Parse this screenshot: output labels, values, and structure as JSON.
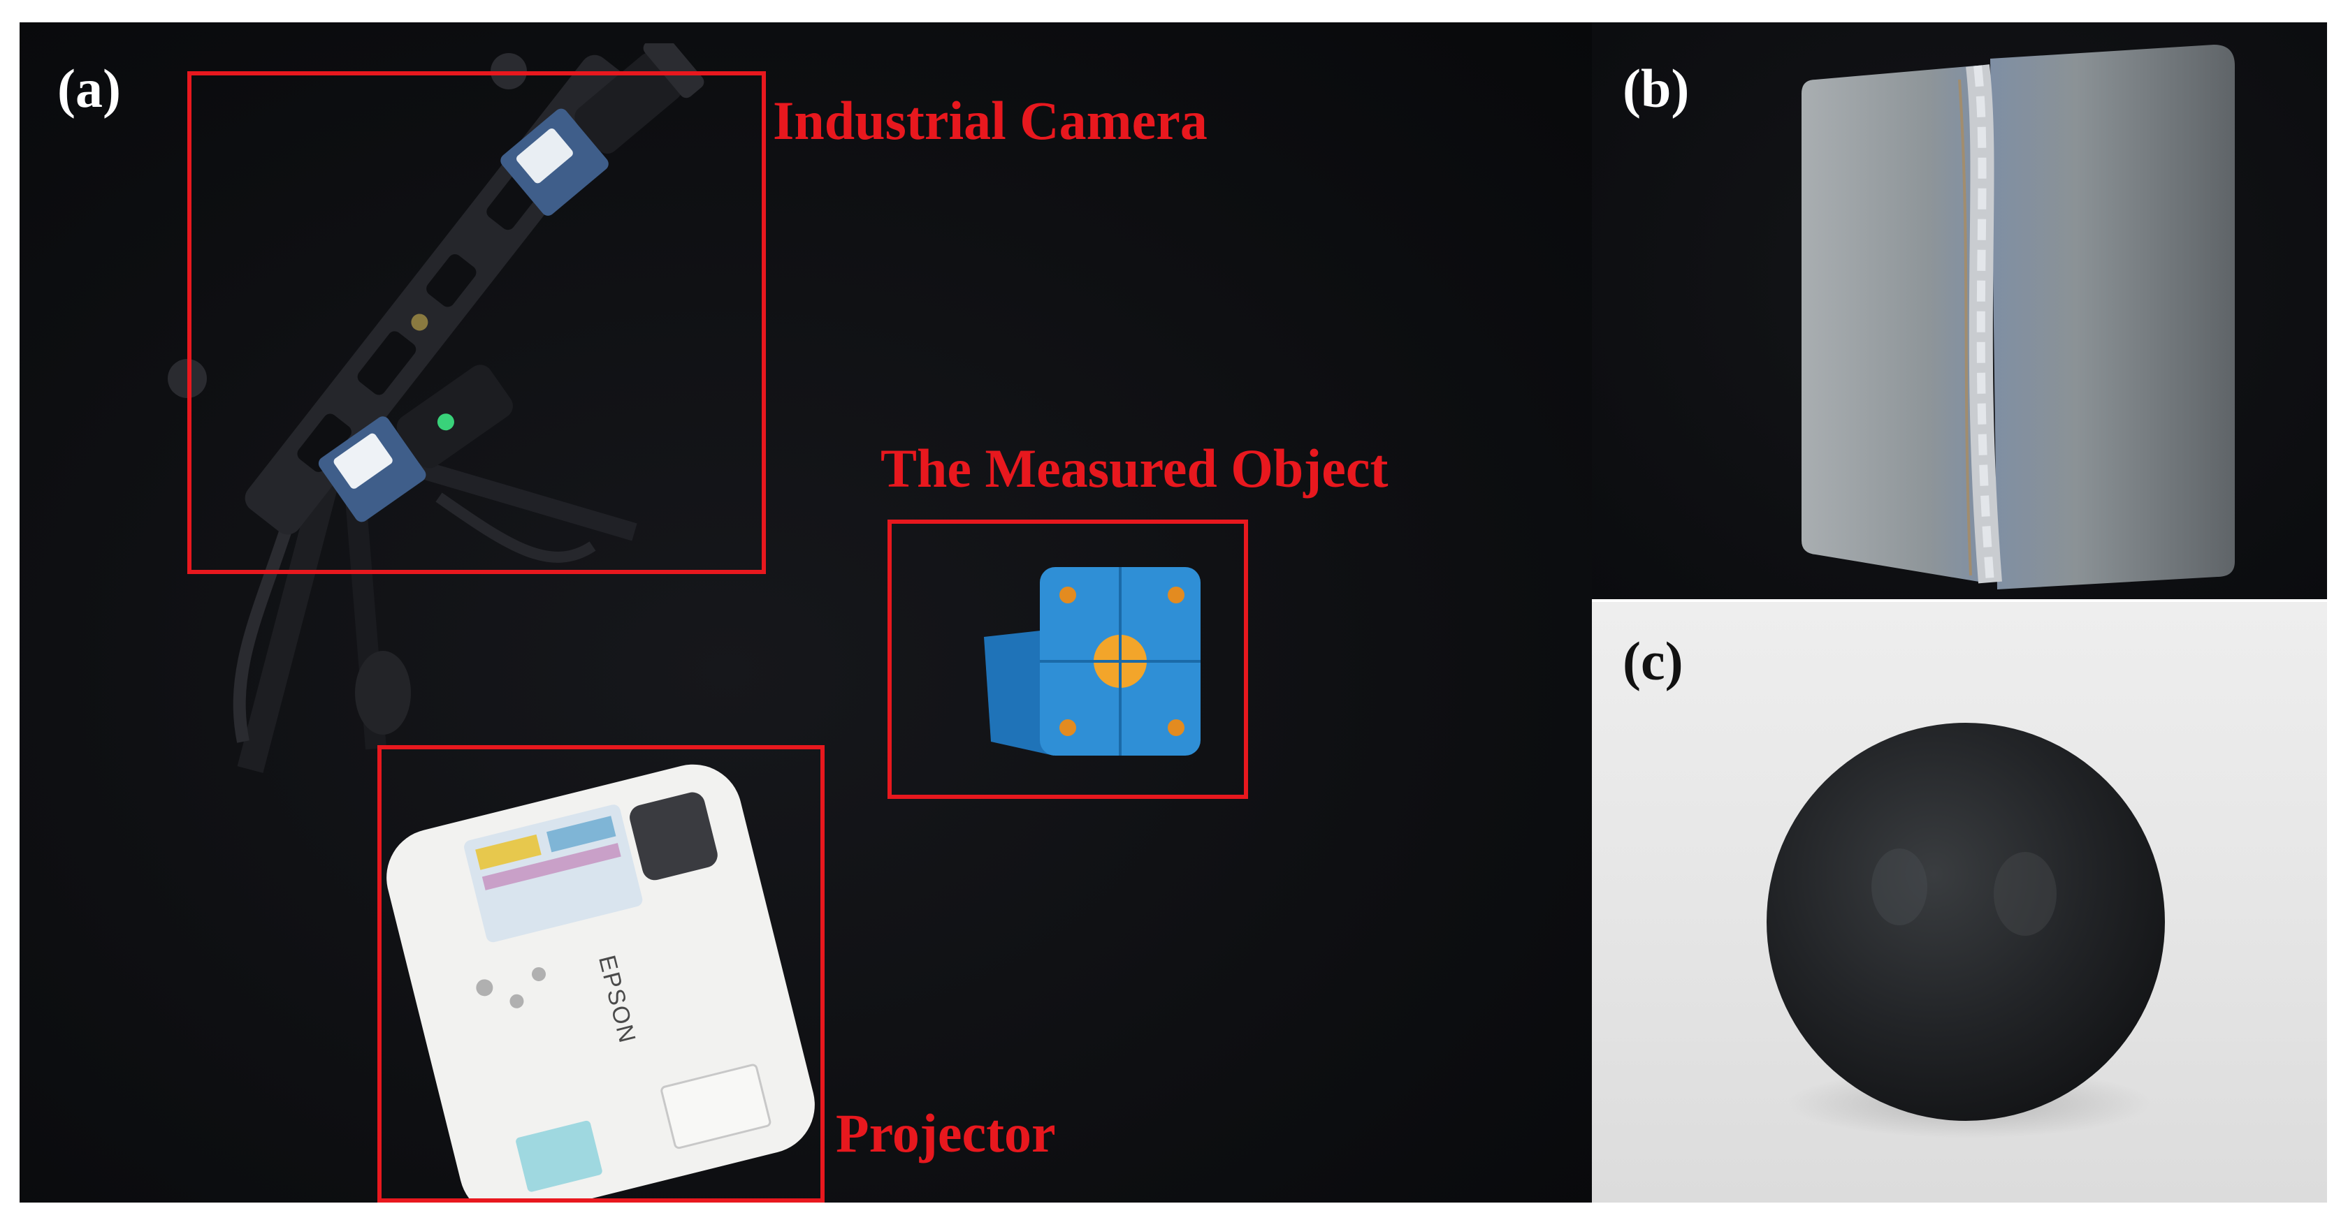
{
  "figure": {
    "panels": [
      {
        "id": "a",
        "label": "(a)",
        "annotations": [
          {
            "key": "camera",
            "text": "Industrial Camera"
          },
          {
            "key": "object",
            "text": "The Measured Object"
          },
          {
            "key": "projector",
            "text": "Projector"
          }
        ],
        "device_text": {
          "projector_brand": "EPSON"
        }
      },
      {
        "id": "b",
        "label": "(b)"
      },
      {
        "id": "c",
        "label": "(c)"
      }
    ],
    "colors": {
      "annotation": "#e8181e",
      "backdrop": "#0e0f12",
      "measured_object": "#2f8fd6",
      "projector": "#f2f2f0",
      "sphere": "#1b1d1f",
      "steel_plate": "#9ea3a6"
    }
  }
}
